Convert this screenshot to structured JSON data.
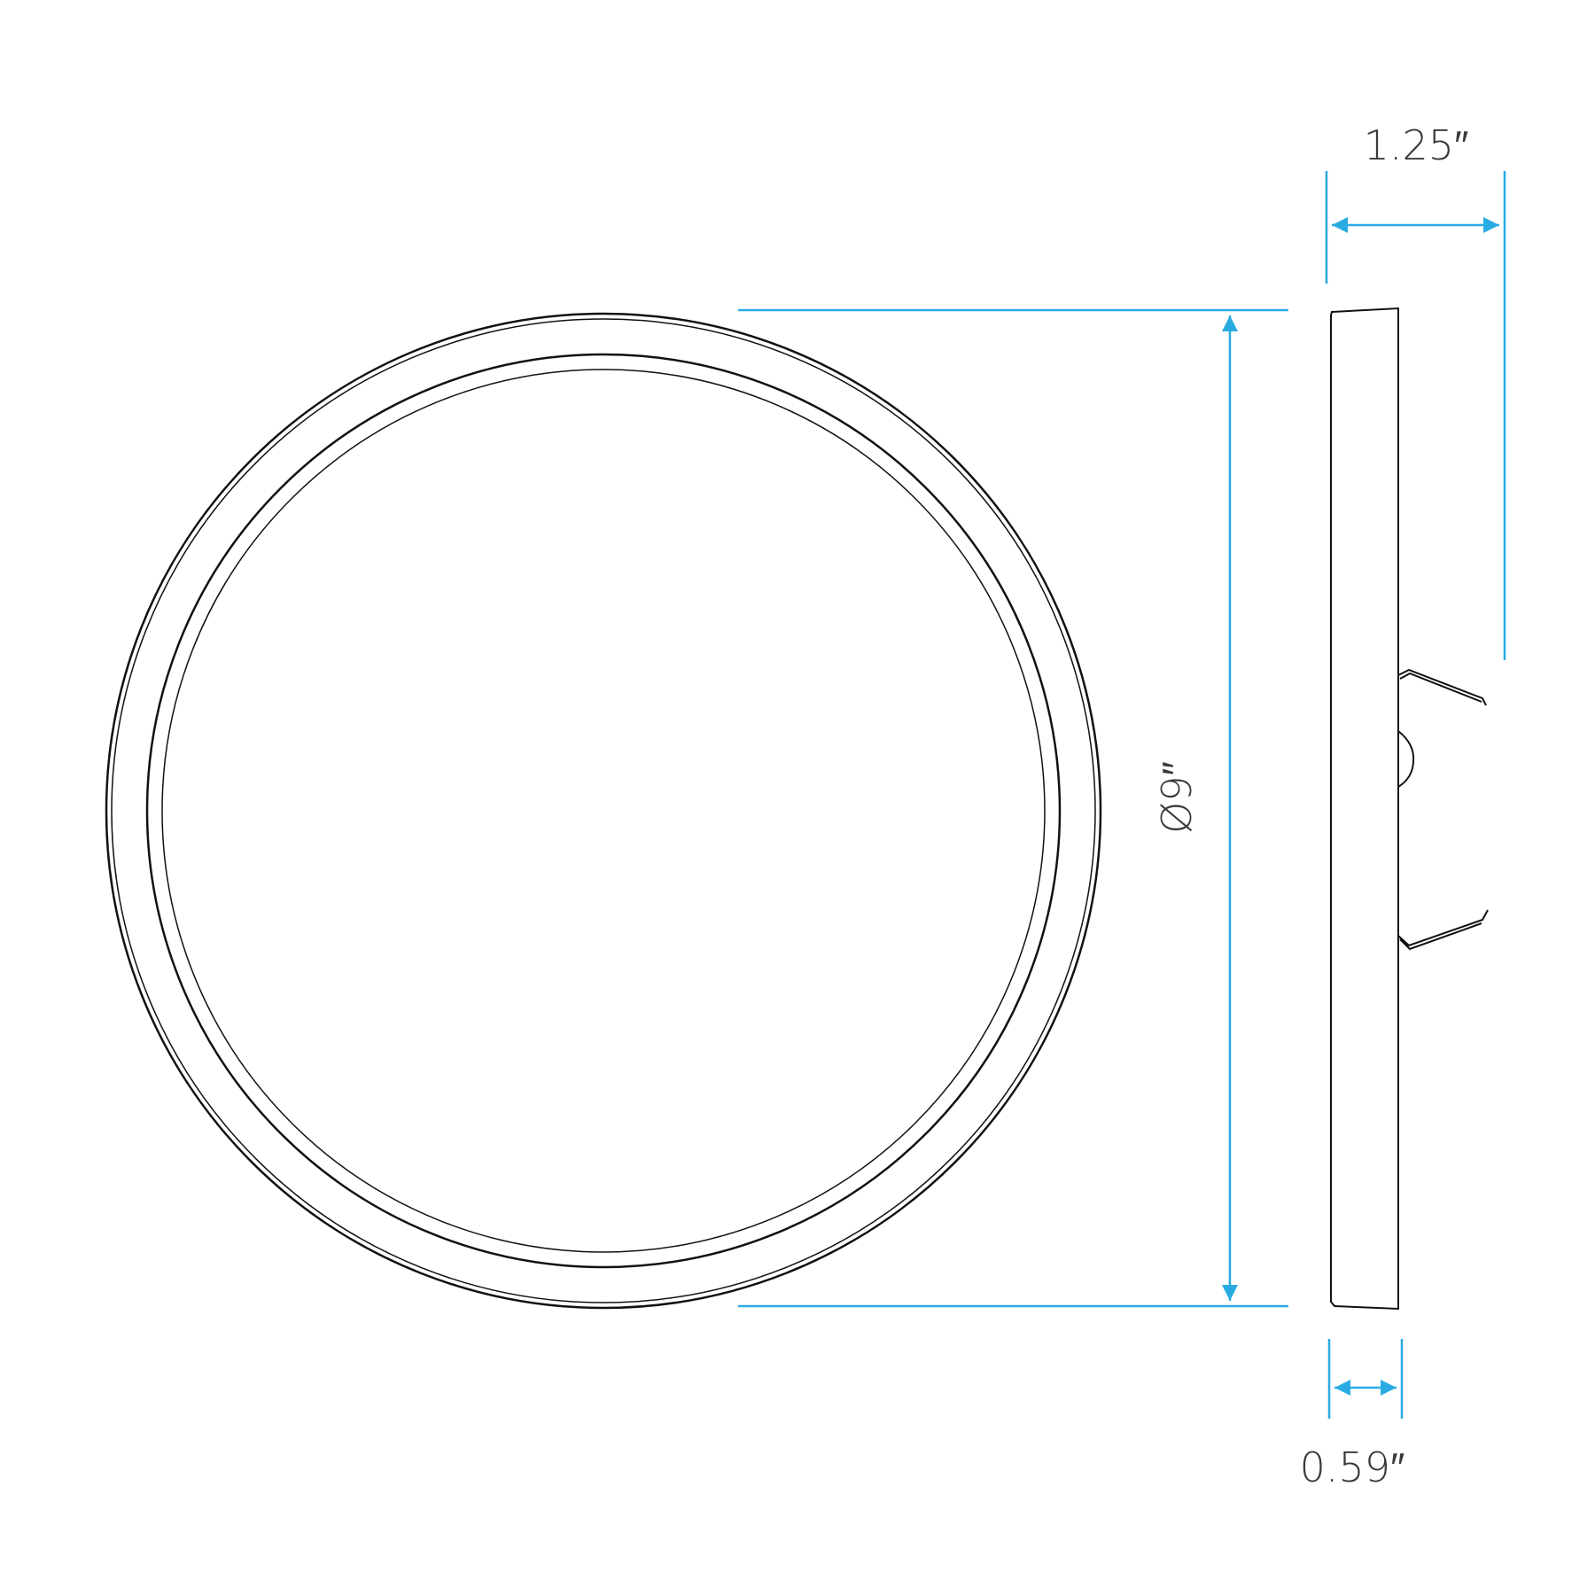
{
  "dimensions": {
    "depth": "1.25″",
    "diameter": "Ø9″",
    "thickness": "0.59″"
  },
  "colors": {
    "dimension_line": "#29abe2",
    "outline": "#111111",
    "text": "#3a3a3a"
  }
}
